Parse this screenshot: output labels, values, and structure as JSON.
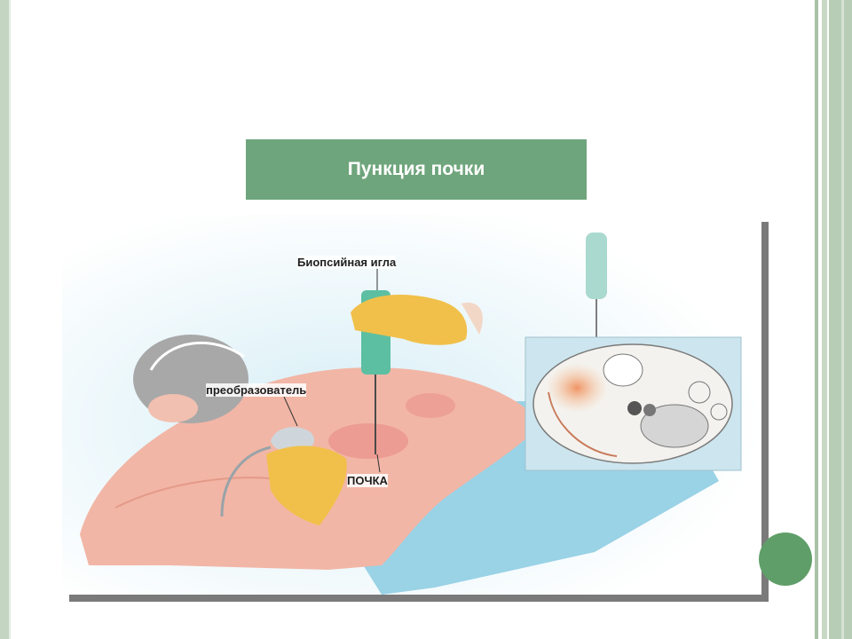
{
  "slide": {
    "title": "Пункция почки"
  },
  "figure": {
    "label_needle": "Биопсийная игла",
    "label_transducer": "преобразователь",
    "label_kidney": "ПОЧКА"
  },
  "colors": {
    "title_bar": "#6fa57c",
    "accent_circle": "#5f9e68",
    "frame": "#b8cdb6"
  }
}
